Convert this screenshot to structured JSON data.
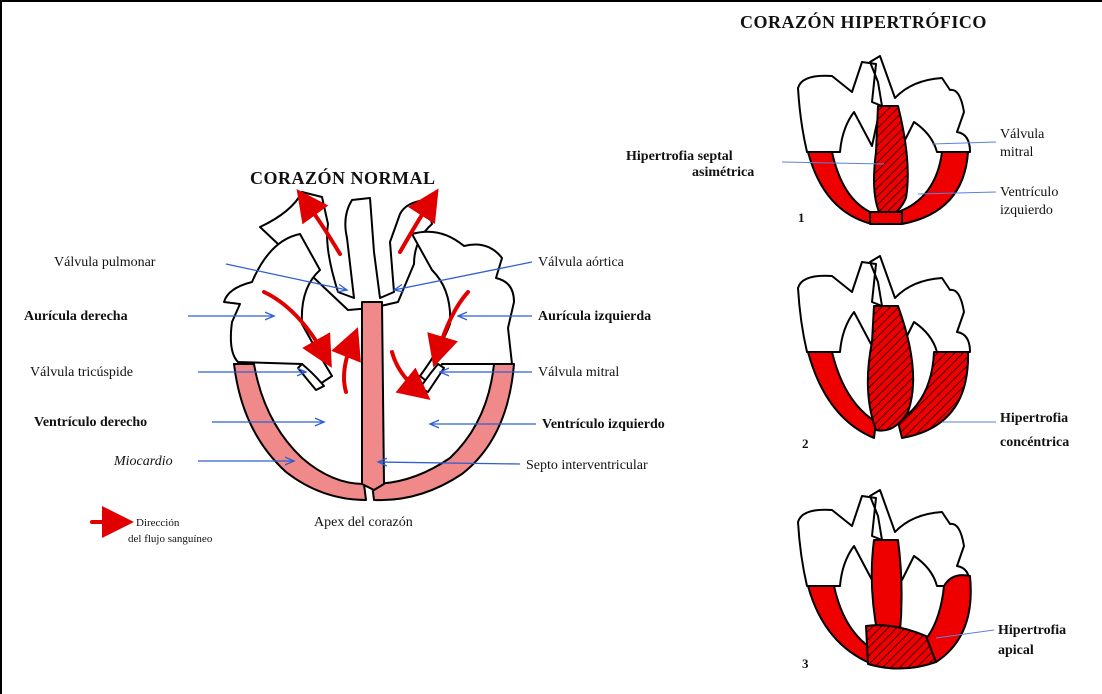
{
  "normal": {
    "title": "CORAZÓN NORMAL",
    "labels": {
      "pulmonary_valve": "Válvula pulmonar",
      "right_atrium": "Aurícula derecha",
      "tricuspid_valve": "Válvula tricúspide",
      "right_ventricle": "Ventrículo derecho",
      "myocardium": "Miocardio",
      "aortic_valve": "Válvula aórtica",
      "left_atrium": "Aurícula izquierda",
      "mitral_valve": "Válvula mitral",
      "left_ventricle": "Ventrículo izquierdo",
      "septum": "Septo interventricular",
      "apex": "Apex del corazón"
    },
    "legend": {
      "line1": "Dirección",
      "line2": "del flujo sanguíneo"
    }
  },
  "hypertrophic": {
    "title": "CORAZÓN HIPERTRÓFICO",
    "panels": [
      {
        "number": "1",
        "left_label": [
          "Hipertrofia septal",
          "asimétrica"
        ],
        "right_labels": [
          [
            "Válvula",
            "mitral"
          ],
          [
            "Ventrículo",
            "izquierdo"
          ]
        ]
      },
      {
        "number": "2",
        "right_label": [
          "Hipertrofia",
          "concéntrica"
        ]
      },
      {
        "number": "3",
        "right_label": [
          "Hipertrofia",
          "apical"
        ]
      }
    ]
  },
  "colors": {
    "wall_pink": "#f08a8a",
    "hypertrophy_red": "#ee0000",
    "flow_arrow": "#e00000",
    "pointer_blue": "#2f5fcf"
  }
}
